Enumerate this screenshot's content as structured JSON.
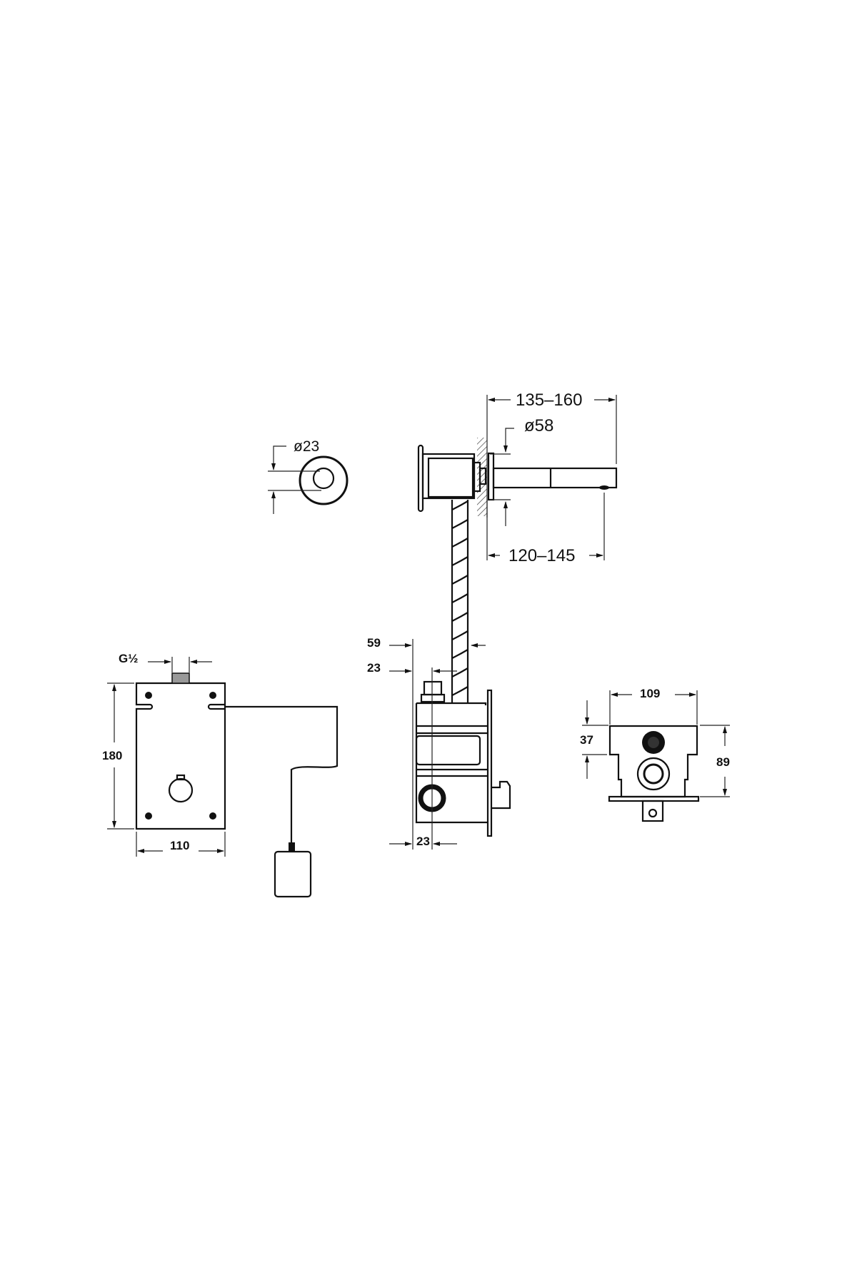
{
  "drawing": {
    "type": "technical dimension drawing",
    "views": {
      "sensor_cover": {
        "label": "ø23"
      },
      "spout_side": {
        "dim_total": "135–160",
        "dim_flange": "ø58",
        "dim_projection": "120–145"
      },
      "control_box_side": {
        "dim_top_offset": "59",
        "dim_connector_offset": "23",
        "dim_bottom_offset": "23"
      },
      "mounting_plate": {
        "dim_thread": "G½",
        "dim_height": "180",
        "dim_width": "110"
      },
      "control_box_front": {
        "dim_width": "109",
        "dim_top": "37",
        "dim_height": "89"
      }
    }
  }
}
